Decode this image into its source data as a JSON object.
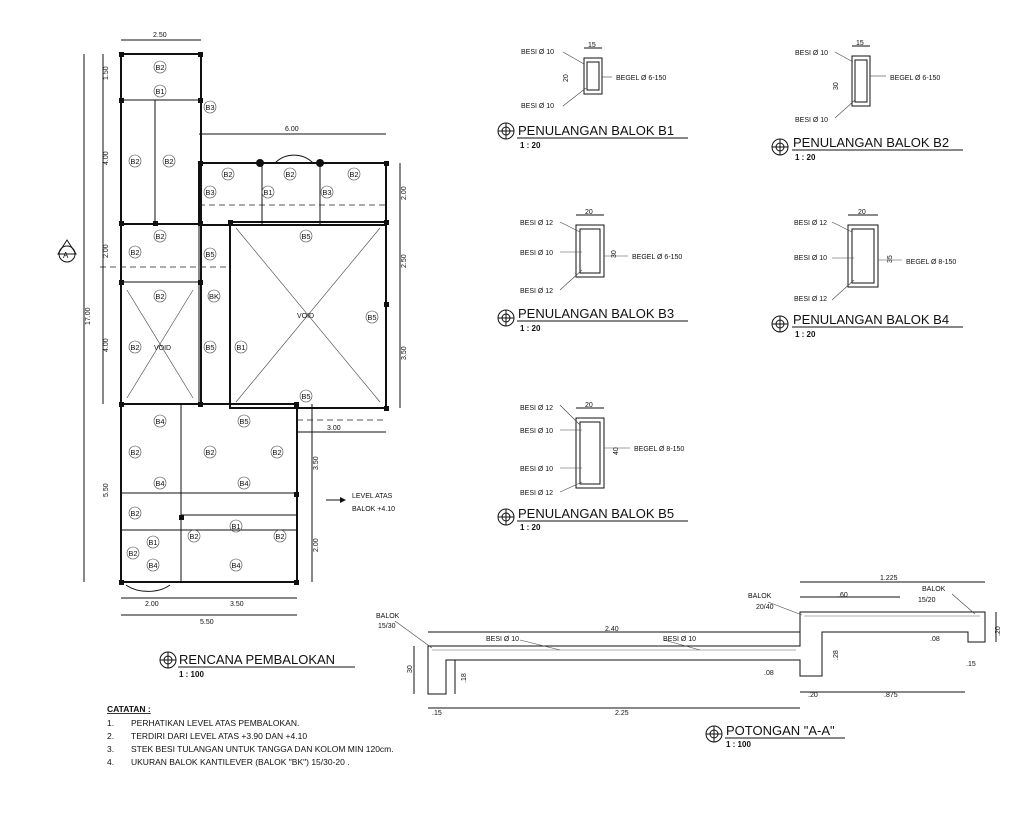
{
  "plan": {
    "title": "RENCANA PEMBALOKAN",
    "scale": "1 : 100",
    "axis_label": "A",
    "void_label": "VOID",
    "dims": {
      "top_250": "2.50",
      "d150": "1.50",
      "d400a": "4.00",
      "d200a": "2.00",
      "d400b": "4.00",
      "d550": "5.50",
      "d1700": "17.00",
      "d600": "6.00",
      "d200r": "2.00",
      "d250r": "2.50",
      "d350r": "3.50",
      "d300": "3.00",
      "d350b": "3.50",
      "d200c": "2.00",
      "bot_200": "2.00",
      "bot_350": "3.50",
      "bot_550": "5.50"
    },
    "beams": [
      "B1",
      "B2",
      "B3",
      "B4",
      "B5",
      "BK"
    ],
    "level_note_1": "LEVEL ATAS",
    "level_note_2": "BALOK +4.10"
  },
  "details": {
    "besi10": "BESI Ø 10",
    "besi12": "BESI Ø 12",
    "b1": {
      "title": "PENULANGAN BALOK B1",
      "scale": "1 : 20",
      "begel": "BEGEL Ø 6-150",
      "w": "15",
      "h": "20"
    },
    "b2": {
      "title": "PENULANGAN BALOK B2",
      "scale": "1 : 20",
      "begel": "BEGEL Ø 6-150",
      "w": "15",
      "h": "30"
    },
    "b3": {
      "title": "PENULANGAN BALOK B3",
      "scale": "1 : 20",
      "begel": "BEGEL Ø 6-150",
      "w": "20",
      "h": "30"
    },
    "b4": {
      "title": "PENULANGAN BALOK B4",
      "scale": "1 : 20",
      "begel": "BEGEL Ø 8-150",
      "w": "20",
      "h": "35"
    },
    "b5": {
      "title": "PENULANGAN BALOK B5",
      "scale": "1 : 20",
      "begel": "BEGEL Ø 8-150",
      "w": "20",
      "h": "40"
    }
  },
  "section": {
    "title": "POTONGAN \"A-A\"",
    "scale": "1 : 100",
    "balok_left": "BALOK",
    "balok_left_size": "15/30",
    "balok_mid": "BALOK",
    "balok_mid_size": "20/40",
    "balok_right": "BALOK",
    "balok_right_size": "15/20",
    "besi_a": "BESI Ø 10",
    "besi_b": "BESI Ø 10",
    "dims": {
      "d1225": "1.225",
      "d60": ".60",
      "d240": "2.40",
      "d30": "30",
      "d18": ".18",
      "d08a": ".08",
      "d28": ".28",
      "d08b": ".08",
      "d20": ".20",
      "d15a": ".15",
      "d15b": ".15",
      "d225": "2.25",
      "d20b": ".20",
      "d875": ".875"
    }
  },
  "notes": {
    "heading": "CATATAN :",
    "items": [
      {
        "num": "1.",
        "text": "PERHATIKAN LEVEL ATAS PEMBALOKAN."
      },
      {
        "num": "2.",
        "text": "TERDIRI DARI LEVEL ATAS   +3.90 DAN  +4.10"
      },
      {
        "num": "3.",
        "text": "STEK BESI TULANGAN UNTUK TANGGA DAN KOLOM    MIN 120cm."
      },
      {
        "num": "4.",
        "text": "UKURAN BALOK KANTILEVER   (BALOK \"BK\") 15/30-20 ."
      }
    ]
  }
}
